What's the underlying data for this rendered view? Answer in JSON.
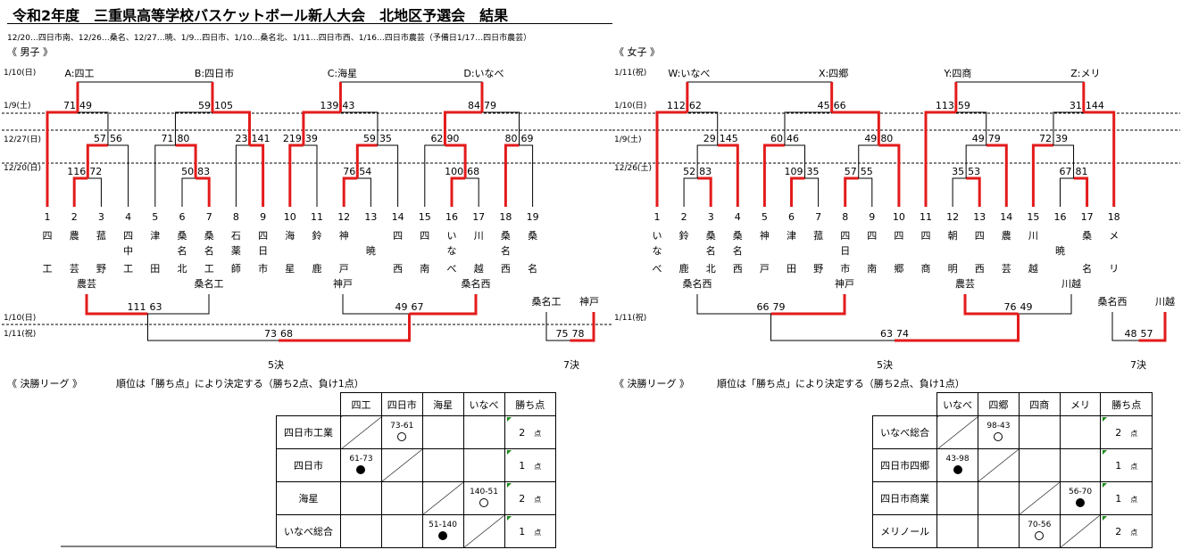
{
  "title": "令和2年度　三重県高等学校バスケットボール新人大会　北地区予選会　結果",
  "schedule": "12/20…四日市南、12/26…桑名、12/27…暁、1/9…四日市、1/10…桑名北、1/11…四日市西、1/16…四日市農芸（予備日1/17…四日市農芸）",
  "boys": {
    "header": "《 男子 》",
    "block_labels": [
      "A:四工",
      "B:四日市",
      "C:海星",
      "D:いなべ"
    ],
    "dates": [
      "1/10(日)",
      "1/9(土)",
      "12/27(日)",
      "12/20(日)"
    ],
    "dates_final": [
      "1/10(日)",
      "1/11(祝)"
    ],
    "teams": [
      {
        "n": "1",
        "c": [
          "四",
          "",
          "工"
        ]
      },
      {
        "n": "2",
        "c": [
          "農",
          "",
          "芸"
        ]
      },
      {
        "n": "3",
        "c": [
          "菰",
          "",
          "野"
        ]
      },
      {
        "n": "4",
        "c": [
          "四",
          "中",
          "工"
        ]
      },
      {
        "n": "5",
        "c": [
          "津",
          "",
          "田"
        ]
      },
      {
        "n": "6",
        "c": [
          "桑",
          "名",
          "北"
        ]
      },
      {
        "n": "7",
        "c": [
          "桑",
          "名",
          "工"
        ]
      },
      {
        "n": "8",
        "c": [
          "石",
          "薬",
          "師"
        ]
      },
      {
        "n": "9",
        "c": [
          "四",
          "日",
          "市"
        ]
      },
      {
        "n": "10",
        "c": [
          "海",
          "",
          "星"
        ]
      },
      {
        "n": "11",
        "c": [
          "鈴",
          "",
          "鹿"
        ]
      },
      {
        "n": "12",
        "c": [
          "神",
          "",
          "戸"
        ]
      },
      {
        "n": "13",
        "c": [
          "",
          "暁",
          ""
        ]
      },
      {
        "n": "14",
        "c": [
          "四",
          "",
          "西"
        ]
      },
      {
        "n": "15",
        "c": [
          "四",
          "",
          "南"
        ]
      },
      {
        "n": "16",
        "c": [
          "い",
          "な",
          "べ"
        ]
      },
      {
        "n": "17",
        "c": [
          "川",
          "",
          "越"
        ]
      },
      {
        "n": "18",
        "c": [
          "桑",
          "名",
          "西"
        ]
      },
      {
        "n": "19",
        "c": [
          "桑",
          "",
          "名"
        ]
      }
    ],
    "scores": {
      "r1_2_3": [
        "116",
        "72"
      ],
      "r1_6_7": [
        "50",
        "83"
      ],
      "r1_12_13": [
        "76",
        "54"
      ],
      "r1_16_17": [
        "100",
        "68"
      ],
      "r2_23_4": [
        "57",
        "56"
      ],
      "r2_5_67": [
        "71",
        "80"
      ],
      "r2_8_9": [
        "23",
        "141"
      ],
      "r2_10_11": [
        "219",
        "39"
      ],
      "r2_1213_14": [
        "59",
        "35"
      ],
      "r2_15_1617": [
        "62",
        "90"
      ],
      "r2_18_19": [
        "80",
        "69"
      ],
      "r3_A": [
        "71",
        "49"
      ],
      "r3_B": [
        "59",
        "105"
      ],
      "r3_C": [
        "139",
        "43"
      ],
      "r3_D": [
        "84",
        "79"
      ],
      "cons_AB": [
        "111",
        "63"
      ],
      "cons_CD": [
        "49",
        "67"
      ],
      "cons_5": [
        "73",
        "68"
      ],
      "cons_7": [
        "75",
        "78"
      ]
    },
    "cons_names": [
      "農芸",
      "桑名工",
      "神戸",
      "桑名西"
    ],
    "cons7_names": [
      "桑名工",
      "神戸"
    ],
    "place5": "5決",
    "place7": "7決"
  },
  "girls": {
    "header": "《 女子 》",
    "block_labels": [
      "W:いなべ",
      "X:四郷",
      "Y:四商",
      "Z:メリ"
    ],
    "dates": [
      "1/11(祝)",
      "1/10(日)",
      "1/9(土)",
      "12/26(土)"
    ],
    "dates_final": [
      "1/11(祝)"
    ],
    "teams": [
      {
        "n": "1",
        "c": [
          "い",
          "な",
          "べ"
        ]
      },
      {
        "n": "2",
        "c": [
          "鈴",
          "",
          "鹿"
        ]
      },
      {
        "n": "3",
        "c": [
          "桑",
          "名",
          "北"
        ]
      },
      {
        "n": "4",
        "c": [
          "桑",
          "名",
          "西"
        ]
      },
      {
        "n": "5",
        "c": [
          "神",
          "",
          "戸"
        ]
      },
      {
        "n": "6",
        "c": [
          "津",
          "",
          "田"
        ]
      },
      {
        "n": "7",
        "c": [
          "菰",
          "",
          "野"
        ]
      },
      {
        "n": "8",
        "c": [
          "四",
          "日",
          "市"
        ]
      },
      {
        "n": "9",
        "c": [
          "四",
          "",
          "南"
        ]
      },
      {
        "n": "10",
        "c": [
          "四",
          "",
          "郷"
        ]
      },
      {
        "n": "11",
        "c": [
          "四",
          "",
          "商"
        ]
      },
      {
        "n": "12",
        "c": [
          "朝",
          "",
          "明"
        ]
      },
      {
        "n": "13",
        "c": [
          "四",
          "",
          "西"
        ]
      },
      {
        "n": "14",
        "c": [
          "農",
          "",
          "芸"
        ]
      },
      {
        "n": "15",
        "c": [
          "川",
          "",
          "越"
        ]
      },
      {
        "n": "16",
        "c": [
          "",
          "暁",
          ""
        ]
      },
      {
        "n": "17",
        "c": [
          "桑",
          "",
          "名"
        ]
      },
      {
        "n": "18",
        "c": [
          "メ",
          "",
          "リ"
        ]
      }
    ],
    "scores": {
      "r1_2_3": [
        "52",
        "83"
      ],
      "r1_6_7": [
        "109",
        "35"
      ],
      "r1_8_9": [
        "57",
        "55"
      ],
      "r1_12_13": [
        "35",
        "53"
      ],
      "r1_16_17": [
        "67",
        "81"
      ],
      "r2_23_4": [
        "29",
        "145"
      ],
      "r2_5_67": [
        "60",
        "46"
      ],
      "r2_89_10": [
        "49",
        "80"
      ],
      "r2_1213_14": [
        "49",
        "79"
      ],
      "r2_15_1617": [
        "72",
        "39"
      ],
      "r3_W": [
        "112",
        "62"
      ],
      "r3_X": [
        "45",
        "66"
      ],
      "r3_Y": [
        "113",
        "59"
      ],
      "r3_Z": [
        "31",
        "144"
      ],
      "cons_WX": [
        "66",
        "79"
      ],
      "cons_YZ": [
        "76",
        "49"
      ],
      "cons_5": [
        "63",
        "74"
      ],
      "cons_7": [
        "48",
        "57"
      ]
    },
    "cons_names": [
      "桑名西",
      "神戸",
      "農芸",
      "川越"
    ],
    "cons7_names": [
      "桑名西",
      "川越"
    ],
    "place5": "5決",
    "place7": "7決"
  },
  "league_boys": {
    "header": "《 決勝リーグ 》",
    "rule": "順位は「勝ち点」により決定する（勝ち2点、負け1点）",
    "cols": [
      "四工",
      "四日市",
      "海星",
      "いなべ",
      "勝ち点"
    ],
    "rows": [
      {
        "team": "四日市工業",
        "cells": [
          "",
          "73-61",
          "",
          ""
        ],
        "marks": [
          "",
          "win",
          "",
          ""
        ],
        "pts": "2",
        "unit": "点"
      },
      {
        "team": "四日市",
        "cells": [
          "61-73",
          "",
          "",
          ""
        ],
        "marks": [
          "lose",
          "",
          "",
          ""
        ],
        "pts": "1",
        "unit": "点"
      },
      {
        "team": "海星",
        "cells": [
          "",
          "",
          "",
          "140-51"
        ],
        "marks": [
          "",
          "",
          "",
          "win"
        ],
        "pts": "2",
        "unit": "点"
      },
      {
        "team": "いなべ総合",
        "cells": [
          "",
          "",
          "51-140",
          ""
        ],
        "marks": [
          "",
          "",
          "lose",
          ""
        ],
        "pts": "1",
        "unit": "点"
      }
    ]
  },
  "league_girls": {
    "header": "《 決勝リーグ 》",
    "rule": "順位は「勝ち点」により決定する（勝ち2点、負け1点）",
    "cols": [
      "いなべ",
      "四郷",
      "四商",
      "メリ",
      "勝ち点"
    ],
    "rows": [
      {
        "team": "いなべ総合",
        "cells": [
          "",
          "98-43",
          "",
          ""
        ],
        "marks": [
          "",
          "win",
          "",
          ""
        ],
        "pts": "2",
        "unit": "点"
      },
      {
        "team": "四日市四郷",
        "cells": [
          "43-98",
          "",
          "",
          ""
        ],
        "marks": [
          "lose",
          "",
          "",
          ""
        ],
        "pts": "1",
        "unit": "点"
      },
      {
        "team": "四日市商業",
        "cells": [
          "",
          "",
          "",
          "56-70"
        ],
        "marks": [
          "",
          "",
          "",
          "lose"
        ],
        "pts": "1",
        "unit": "点"
      },
      {
        "team": "メリノール",
        "cells": [
          "",
          "",
          "70-56",
          ""
        ],
        "marks": [
          "",
          "",
          "win",
          ""
        ],
        "pts": "2",
        "unit": "点"
      }
    ]
  },
  "colors": {
    "win_line": "#e31b1b",
    "line": "#000000",
    "corner": "#1a8a1a"
  }
}
